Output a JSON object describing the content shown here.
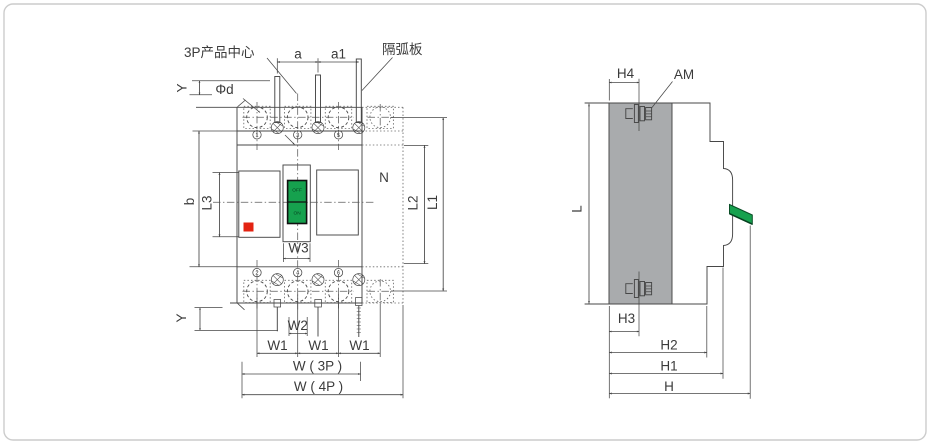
{
  "front_view": {
    "callouts": {
      "center_3p": "3P产品中心",
      "arc_plate": "隔弧板",
      "hole_dia": "Φd",
      "neutral": "N"
    },
    "dims": {
      "a": "a",
      "a1": "a1",
      "y": "Y",
      "b": "b",
      "l3": "L3",
      "w3": "W3",
      "l2": "L2",
      "l1": "L1",
      "w2": "W2",
      "w1": "W1",
      "w_3p": "W ( 3P )",
      "w_4p": "W ( 4P )"
    },
    "handle": {
      "off": "OFF",
      "on": "ON"
    },
    "pole_numbers": {
      "top": [
        "1",
        "3",
        "5"
      ],
      "bottom": [
        "2",
        "4",
        "6"
      ]
    }
  },
  "side_view": {
    "callouts": {
      "mounting": "AM"
    },
    "dims": {
      "h4": "H4",
      "h3": "H3",
      "h2": "H2",
      "h1": "H1",
      "h": "H",
      "l": "L"
    }
  },
  "colors": {
    "line": "#474747",
    "body_gray": "#a9abad",
    "handle_green": "#16a14e",
    "indicator_red": "#e32312"
  }
}
